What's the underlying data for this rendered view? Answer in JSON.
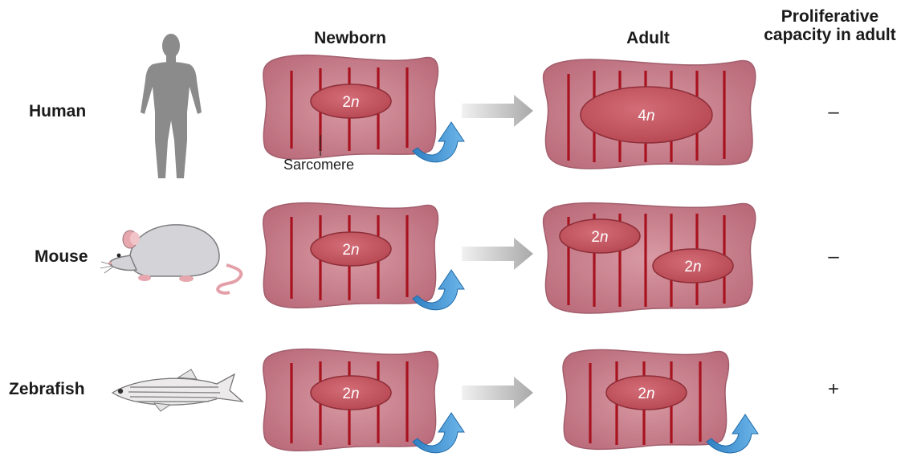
{
  "headers": {
    "newborn": "Newborn",
    "adult": "Adult",
    "proliferative_line1": "Proliferative",
    "proliferative_line2": "capacity in adult"
  },
  "rows": [
    {
      "species": "Human",
      "newborn_nucleus": {
        "num": "2",
        "var": "n"
      },
      "adult_nuclei": [
        {
          "num": "4",
          "var": "n"
        }
      ],
      "capacity": "–"
    },
    {
      "species": "Mouse",
      "newborn_nucleus": {
        "num": "2",
        "var": "n"
      },
      "adult_nuclei": [
        {
          "num": "2",
          "var": "n"
        },
        {
          "num": "2",
          "var": "n"
        }
      ],
      "capacity": "–"
    },
    {
      "species": "Zebrafish",
      "newborn_nucleus": {
        "num": "2",
        "var": "n"
      },
      "adult_nuclei": [
        {
          "num": "2",
          "var": "n"
        }
      ],
      "capacity": "+"
    }
  ],
  "annotation": {
    "sarcomere_label": "Sarcomere"
  },
  "colors": {
    "cell_fill": "#c47a86",
    "cell_edge": "#a05a68",
    "sarcomere": "#a8121e",
    "nucleus_fill": "#c85a64",
    "nucleus_edge": "#8e2e38",
    "arrow_gray": "#b8b8b8",
    "curved_arrow": "#3a8ed0",
    "silhouette": "#8a8a8a"
  },
  "icons": {
    "human": "human-silhouette-icon",
    "mouse": "mouse-icon",
    "zebrafish": "zebrafish-icon",
    "curved_arrow": "curved-arrow-icon",
    "forward_arrow": "gray-right-arrow-icon"
  }
}
